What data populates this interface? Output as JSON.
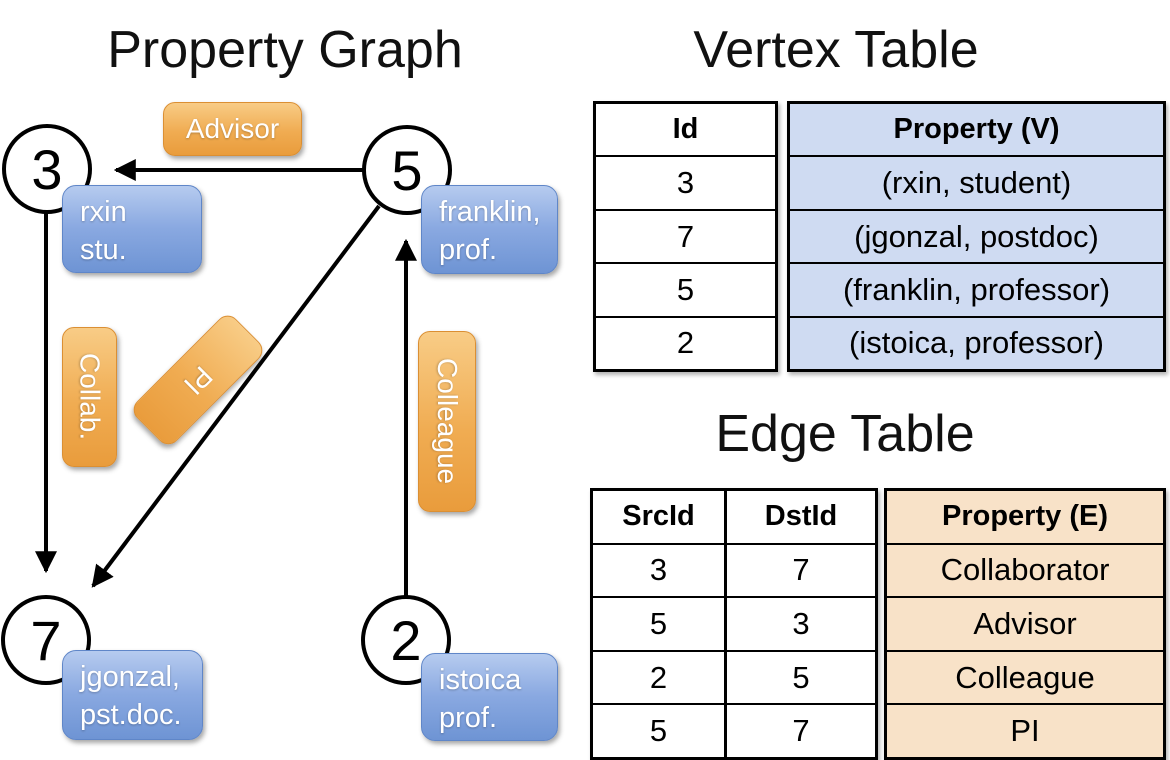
{
  "graph": {
    "title": "Property Graph",
    "nodes": [
      {
        "id": "3"
      },
      {
        "id": "5"
      },
      {
        "id": "7"
      },
      {
        "id": "2"
      }
    ],
    "vertex_labels": [
      {
        "line1": "rxin",
        "line2": "stu."
      },
      {
        "line1": "franklin,",
        "line2": "prof."
      },
      {
        "line1": "jgonzal,",
        "line2": "pst.doc."
      },
      {
        "line1": "istoica",
        "line2": "prof."
      }
    ],
    "edge_labels": {
      "advisor": "Advisor",
      "collab": "Collab.",
      "pi": "PI",
      "colleague": "Colleague"
    }
  },
  "vertex_table": {
    "title": "Vertex Table",
    "columns": {
      "id": "Id",
      "property": "Property (V)"
    },
    "rows": [
      {
        "id": "3",
        "property": "(rxin, student)"
      },
      {
        "id": "7",
        "property": "(jgonzal, postdoc)"
      },
      {
        "id": "5",
        "property": "(franklin, professor)"
      },
      {
        "id": "2",
        "property": "(istoica, professor)"
      }
    ]
  },
  "edge_table": {
    "title": "Edge Table",
    "columns": {
      "src": "SrcId",
      "dst": "DstId",
      "property": "Property (E)"
    },
    "rows": [
      {
        "src": "3",
        "dst": "7",
        "property": "Collaborator"
      },
      {
        "src": "5",
        "dst": "3",
        "property": "Advisor"
      },
      {
        "src": "2",
        "dst": "5",
        "property": "Colleague"
      },
      {
        "src": "5",
        "dst": "7",
        "property": "PI"
      }
    ]
  },
  "colors": {
    "edge_label_fill": "#f0ac52",
    "vertex_label_fill": "#8aa9e1",
    "vertex_property_fill": "#cfdbf2",
    "edge_property_fill": "#f8e2c8",
    "line": "#000000"
  }
}
